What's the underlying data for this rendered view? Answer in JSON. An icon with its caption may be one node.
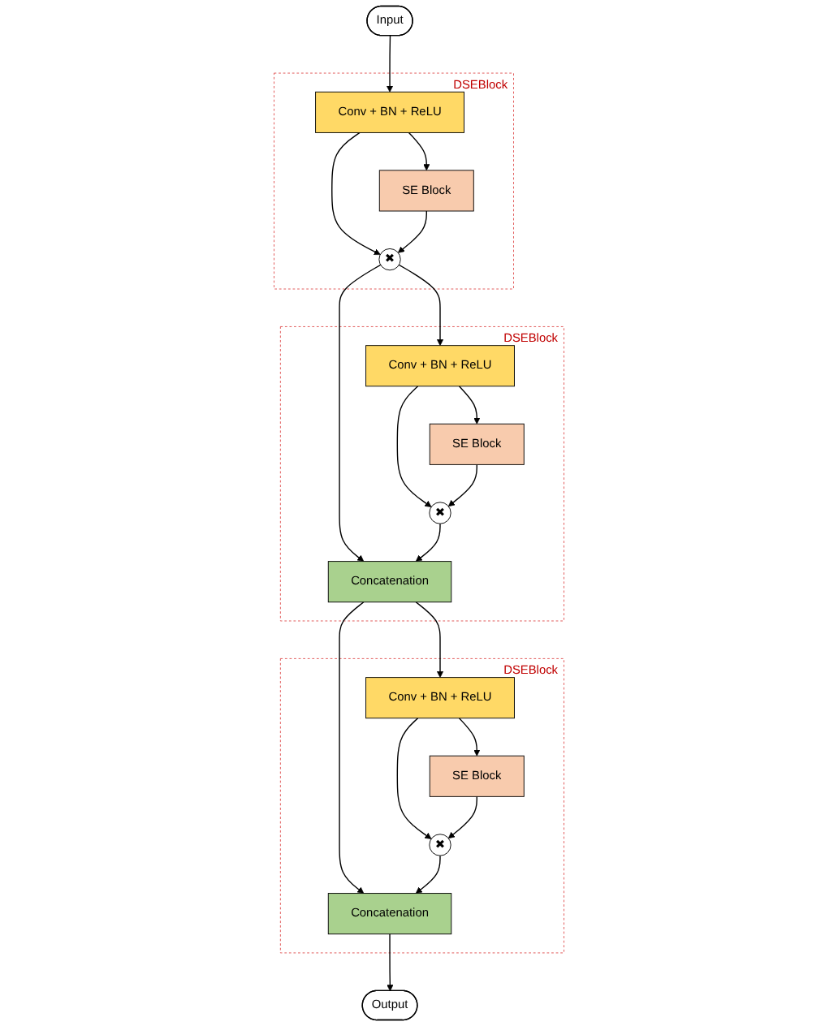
{
  "diagram": {
    "nodes": [
      {
        "text": [
          "Input"
        ]
      },
      {
        "text": [
          "DSEBlock"
        ]
      },
      {
        "text": [
          "Conv + BN + ReLU"
        ],
        "in": 1
      },
      {
        "text": [
          "SE Block"
        ],
        "in": 1
      },
      {
        "text": [
          "✖"
        ],
        "in": 1
      },
      {
        "text": [
          "DSEBlock"
        ]
      },
      {
        "text": [
          "Conv + BN + ReLU"
        ],
        "in": 5
      },
      {
        "text": [
          "SE Block"
        ],
        "in": 5
      },
      {
        "text": [
          "✖"
        ],
        "in": 5
      },
      {
        "text": [
          "Concatenation"
        ],
        "in": 5
      },
      {
        "text": [
          "DSEBlock"
        ]
      },
      {
        "text": [
          "Conv + BN + ReLU"
        ],
        "in": 10
      },
      {
        "text": [
          "SE Block"
        ],
        "in": 10
      },
      {
        "text": [
          "✖"
        ],
        "in": 10
      },
      {
        "text": [
          "Concatenation"
        ],
        "in": 10
      },
      {
        "text": [
          "Output"
        ]
      }
    ],
    "edges": [
      {
        "from": 0,
        "to": 2,
        "arrow": "to"
      },
      {
        "from": 2,
        "to": 3,
        "arrow": "to"
      },
      {
        "from": 2,
        "to": 4,
        "arrow": "to"
      },
      {
        "from": 3,
        "to": 4,
        "arrow": "to"
      },
      {
        "from": 4,
        "to": 6,
        "arrow": "to"
      },
      {
        "from": 4,
        "to": 9,
        "arrow": "to"
      },
      {
        "from": 6,
        "to": 7,
        "arrow": "to"
      },
      {
        "from": 6,
        "to": 8,
        "arrow": "to"
      },
      {
        "from": 7,
        "to": 8,
        "arrow": "to"
      },
      {
        "from": 8,
        "to": 9,
        "arrow": "to"
      },
      {
        "from": 9,
        "to": 11,
        "arrow": "to"
      },
      {
        "from": 9,
        "to": 14,
        "arrow": "to"
      },
      {
        "from": 11,
        "to": 12,
        "arrow": "to"
      },
      {
        "from": 11,
        "to": 13,
        "arrow": "to"
      },
      {
        "from": 12,
        "to": 13,
        "arrow": "to"
      },
      {
        "from": 13,
        "to": 14,
        "arrow": "to"
      },
      {
        "from": 14,
        "to": 15,
        "arrow": "to"
      }
    ]
  }
}
